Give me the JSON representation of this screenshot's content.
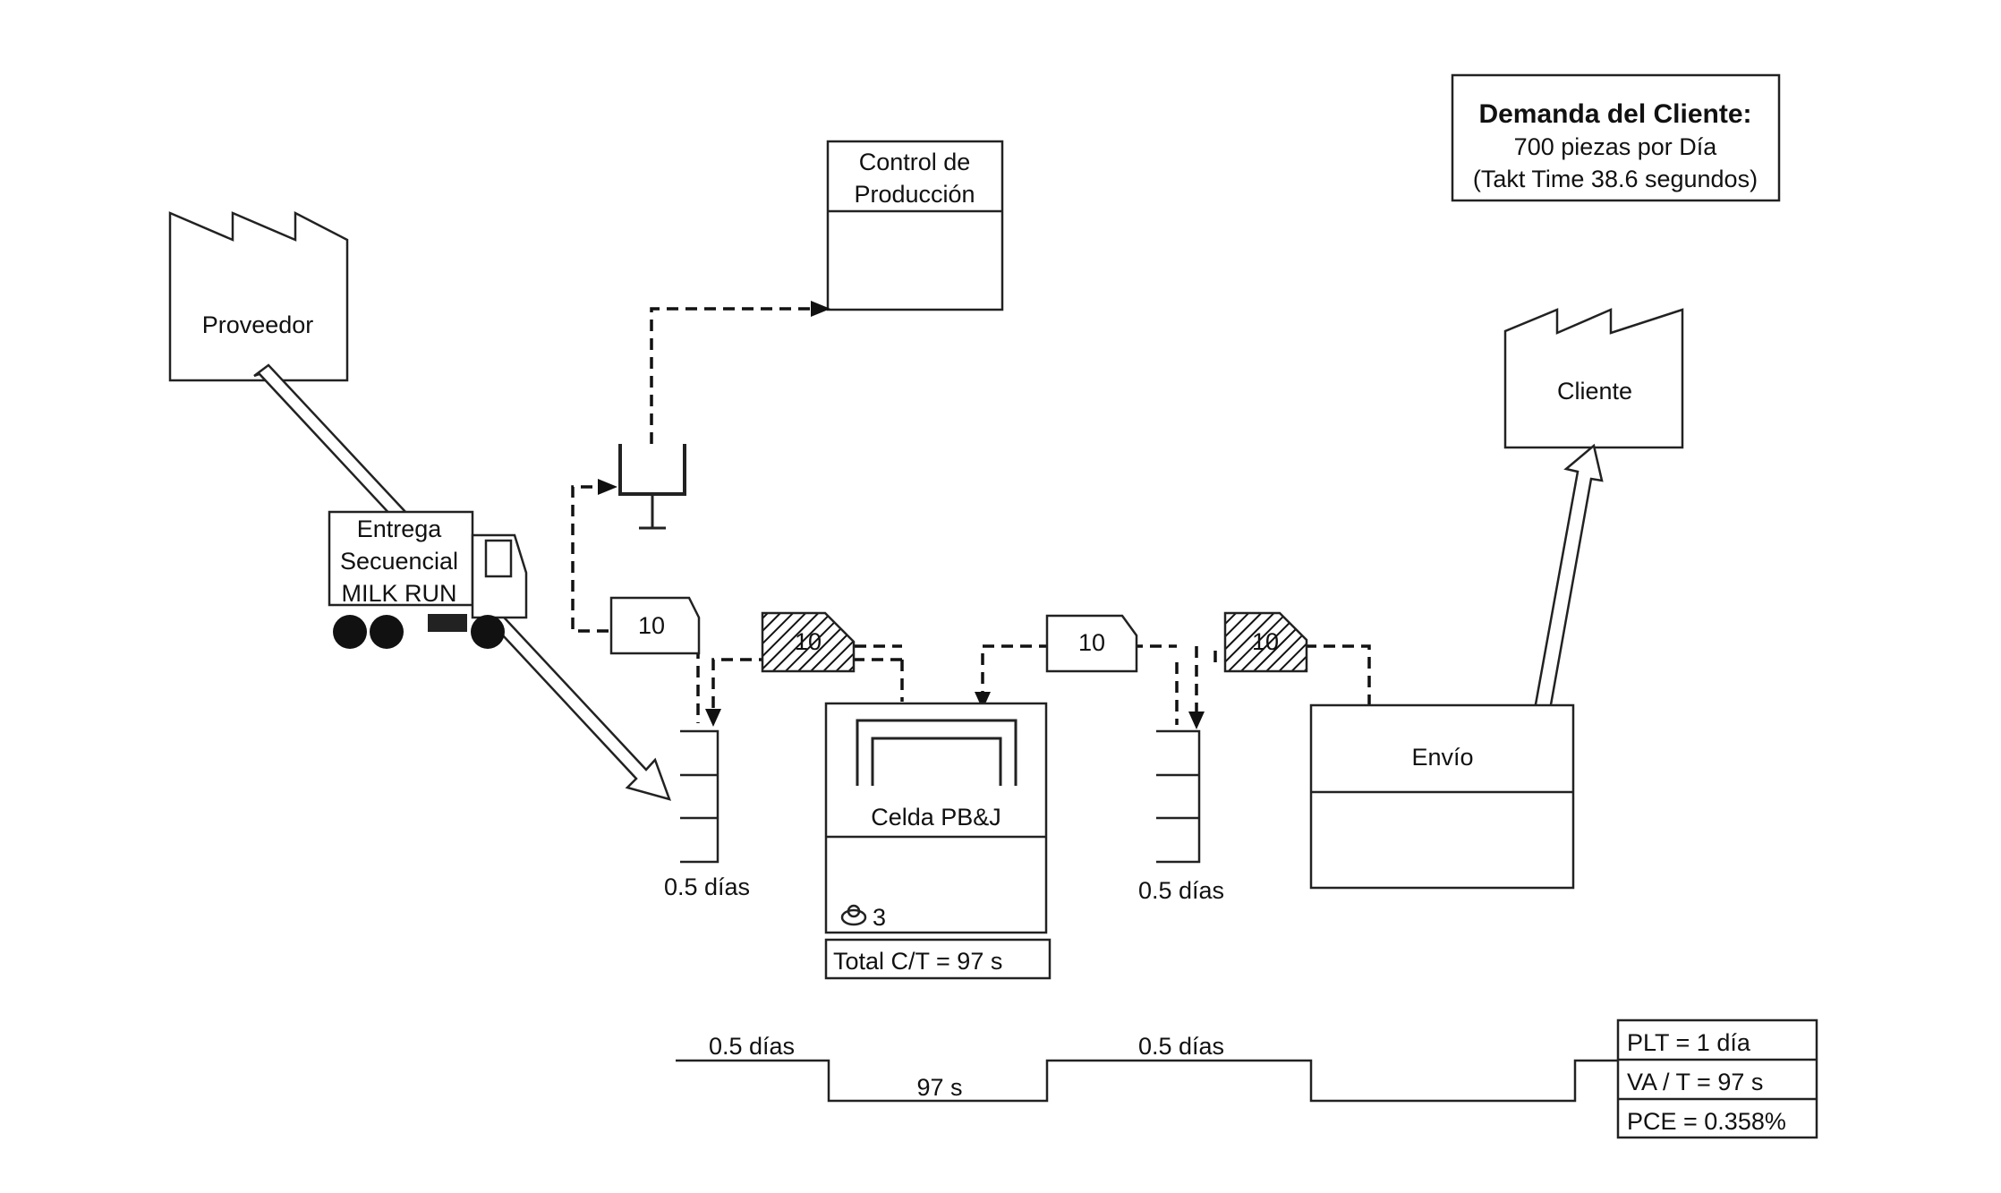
{
  "demand": {
    "title": "Demanda del Cliente:",
    "line1": "700 piezas por Día",
    "line2": "(Takt Time 38.6 segundos)"
  },
  "supplier": {
    "label": "Proveedor"
  },
  "customer": {
    "label": "Cliente"
  },
  "production_control": {
    "line1": "Control de",
    "line2": "Producción"
  },
  "delivery": {
    "line1": "Entrega",
    "line2": "Secuencial",
    "line3": "MILK RUN"
  },
  "kanbans": {
    "withdrawal_1": "10",
    "production_1": "10",
    "withdrawal_2": "10",
    "production_2": "10"
  },
  "inventory_1": {
    "label": "0.5 días"
  },
  "inventory_2": {
    "label": "0.5 días"
  },
  "process_cell": {
    "label": "Celda PB&J",
    "operators": "3",
    "cycle_time": "Total C/T = 97 s"
  },
  "shipping": {
    "label": "Envío"
  },
  "timeline": {
    "wait_1": "0.5 días",
    "process": "97 s",
    "wait_2": "0.5 días"
  },
  "summary": {
    "plt": "PLT = 1 día",
    "va_t": "VA / T = 97 s",
    "pce": "PCE = 0.358%"
  }
}
